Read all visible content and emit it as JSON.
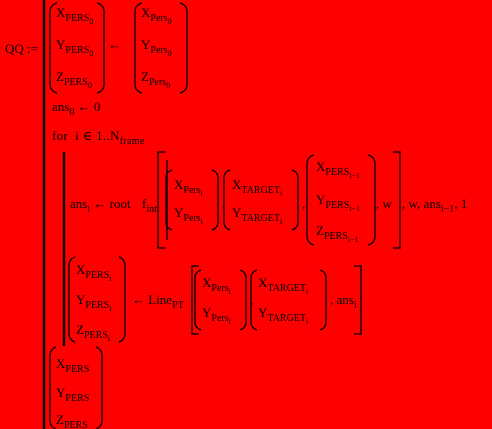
{
  "expr": {
    "lhs": "QQ",
    "assign": ":=",
    "arrow": "←",
    "comma": ",",
    "zero": "0",
    "one": "1",
    "i": "i",
    "i_minus_1": "i−1",
    "X": "X",
    "Y": "Y",
    "Z": "Z",
    "PERS": "PERS",
    "Pers": "Pers",
    "TARGET": "TARGET",
    "ans": "ans",
    "for_kw": "for",
    "elem_of": "∈",
    "range": "1..",
    "N": "N",
    "frame": "frame",
    "root_kw": "root",
    "f": "f",
    "int": "int",
    "w": "w",
    "Line": "Line",
    "PT": "PT"
  },
  "colors": {
    "background": "#ff0000",
    "ink": "#000000"
  }
}
